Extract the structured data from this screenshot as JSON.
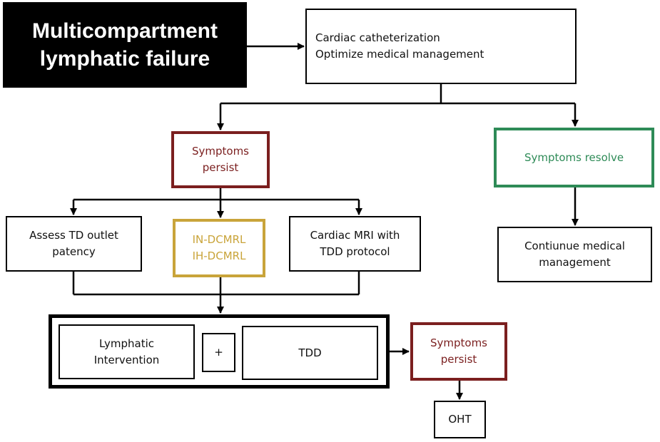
{
  "nodes": {
    "title": "Multicompartment\nlymphatic failure",
    "cath": "Cardiac catheterization\nOptimize medical management",
    "persist1": "Symptoms\npersist",
    "resolve": "Symptoms resolve",
    "assess": "Assess TD outlet\npatency",
    "indcmrl": "IN-DCMRL\nIH-DCMRL",
    "mri": "Cardiac MRI with\nTDD protocol",
    "contmed": "Contiunue medical\nmanagement",
    "lymph": "Lymphatic\nIntervention",
    "plus": "+",
    "tdd": "TDD",
    "persist2": "Symptoms\npersist",
    "oht": "OHT"
  },
  "colors": {
    "persist_border": "#7b1f1f",
    "resolve_border": "#2e8b57",
    "dcmrl_border": "#c9a43a",
    "title_bg": "#000000"
  }
}
